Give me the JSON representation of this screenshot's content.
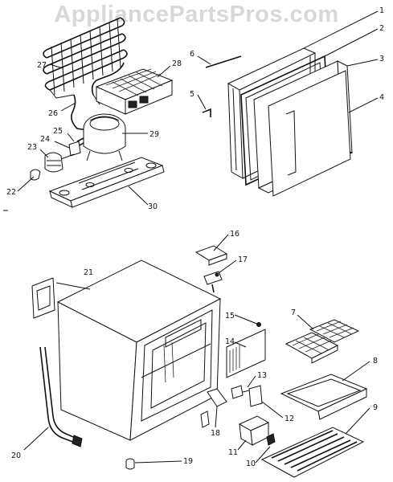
{
  "watermark": "AppliancePartsPros.com",
  "callouts": {
    "c1": "1",
    "c2": "2",
    "c3": "3",
    "c4": "4",
    "c5": "5",
    "c6": "6",
    "c7": "7",
    "c8": "8",
    "c9": "9",
    "c10": "10",
    "c11": "11",
    "c12": "12",
    "c13": "13",
    "c14": "14",
    "c15": "15",
    "c16": "16",
    "c17": "17",
    "c18": "18",
    "c19": "19",
    "c20": "20",
    "c21": "21",
    "c22": "22",
    "c23": "23",
    "c24": "24",
    "c25": "25",
    "c26": "26",
    "c27": "27",
    "c28": "28",
    "c29": "29",
    "c30": "30"
  }
}
